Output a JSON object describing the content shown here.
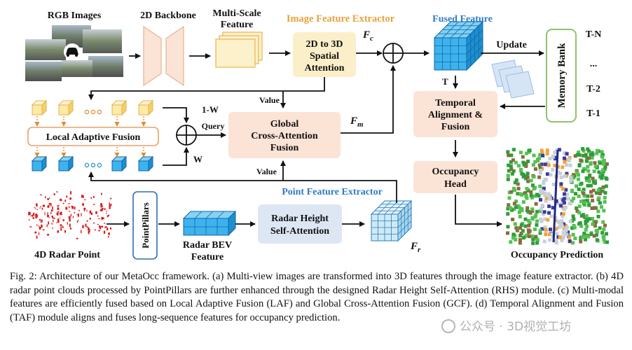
{
  "figure": {
    "rgb_images": "RGB Images",
    "backbone_2d": "2D Backbone",
    "multiscale_line1": "Multi-Scale",
    "multiscale_line2": "Feature",
    "image_feature_extractor": "Image Feature  Extractor",
    "spatial_attention": [
      "2D to 3D",
      "Spatial",
      "Attention"
    ],
    "fc_label": "F",
    "fc_sub": "c",
    "fused_feature": "Fused Feature",
    "update": "Update",
    "memory_bank": "Memory  Bank",
    "t_labels": [
      "T-N",
      "...",
      "T-2",
      "T-1"
    ],
    "t_marker": "T",
    "temporal_alignment": [
      "Temporal",
      "Alignment &",
      "Fusion"
    ],
    "value_label": "Value",
    "one_minus_w": "1-W",
    "w_label": "W",
    "query": "Query",
    "local_adaptive_fusion": "Local Adaptive Fusion",
    "global_cross_attention": [
      "Global",
      "Cross-Attention",
      "Fusion"
    ],
    "fm_label": "F",
    "fm_sub": "m",
    "occupancy_head": [
      "Occupancy",
      "Head"
    ],
    "point_feature_extractor": "Point Feature Extractor",
    "radar_point": "4D Radar Point",
    "pointpillars": "PointPillars",
    "radar_bev": [
      "Radar BEV",
      "Feature"
    ],
    "radar_height": [
      "Radar Height",
      "Self-Attention"
    ],
    "fr_label": "F",
    "fr_sub": "r",
    "occupancy_prediction": "Occupancy Prediction",
    "colors": {
      "yellow_box": "#fbefc9",
      "salmon_box": "#fbe3d6",
      "blue_box": "#dde7f4",
      "green_border": "#8dc46b",
      "title_orange": "#e8a33c",
      "title_blue": "#2f7bc4",
      "cube_blue": "#2aa7e8",
      "cube_yellow": "#f7d77a",
      "radar_red": "#d81b1b"
    }
  },
  "caption": "Fig. 2: Architecture of our MetaOcc framework. (a) Multi-view images are transformed into 3D features through the image feature extractor. (b) 4D radar point clouds processed by PointPillars are further enhanced through the designed Radar Height Self-Attention (RHS) module. (c) Multi-modal features are efficiently fused based on Local Adaptive Fusion (LAF) and Global Cross-Attention Fusion (GCF). (d) Temporal Alignment and Fusion (TAF) module aligns and fuses long-sequence features for occupancy prediction.",
  "watermark": "公众号 · 3D视觉工坊"
}
